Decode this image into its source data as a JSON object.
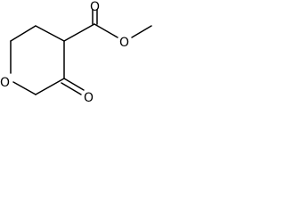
{
  "molecule": {
    "atoms": [
      {
        "id": "ring_oxygen",
        "symbol": "O"
      },
      {
        "id": "ketone_oxygen",
        "symbol": "O"
      },
      {
        "id": "ester_carbonyl_oxygen",
        "symbol": "O"
      },
      {
        "id": "ester_ether_oxygen",
        "symbol": "O"
      }
    ],
    "colors": {
      "bond": "#000000",
      "label": "#000000",
      "background": "#ffffff"
    }
  }
}
